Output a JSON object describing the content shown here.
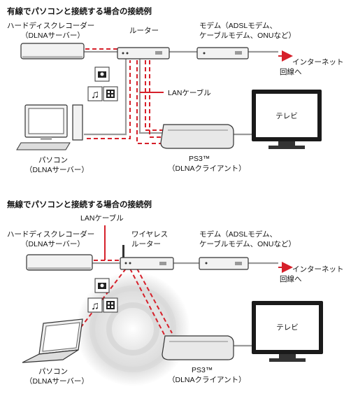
{
  "section_wired": {
    "title": "有線でパソコンと接続する場合の接続例",
    "hdd_recorder": {
      "line1": "ハードディスクレコーダー",
      "line2": "（DLNAサーバー）"
    },
    "router": {
      "line1": "ルーター"
    },
    "modem": {
      "line1": "モデム（ADSLモデム、",
      "line2": "ケーブルモデム、ONUなど）"
    },
    "internet": {
      "line1": "インターネット",
      "line2": "回線へ"
    },
    "lan_cable": "LANケーブル",
    "tv": "テレビ",
    "pc": {
      "line1": "パソコン",
      "line2": "（DLNAサーバー）"
    },
    "ps3": {
      "line1": "PS3™",
      "line2": "（DLNAクライアント）"
    }
  },
  "section_wireless": {
    "title": "無線でパソコンと接続する場合の接続例",
    "lan_cable": "LANケーブル",
    "hdd_recorder": {
      "line1": "ハードディスクレコーダー",
      "line2": "（DLNAサーバー）"
    },
    "router": {
      "line1": "ワイヤレス",
      "line2": "ルーター"
    },
    "modem": {
      "line1": "モデム（ADSLモデム、",
      "line2": "ケーブルモデム、ONUなど）"
    },
    "internet": {
      "line1": "インターネット",
      "line2": "回線へ"
    },
    "tv": "テレビ",
    "pc": {
      "line1": "パソコン",
      "line2": "（DLNAサーバー）"
    },
    "ps3": {
      "line1": "PS3™",
      "line2": "（DLNAクライアント）"
    }
  },
  "colors": {
    "data_flow": "#d6202a",
    "cable": "#9a9a9a",
    "wireless_halo": "#cfcfcf"
  },
  "icons": [
    "camera-icon",
    "music-note-icon",
    "film-icon"
  ]
}
